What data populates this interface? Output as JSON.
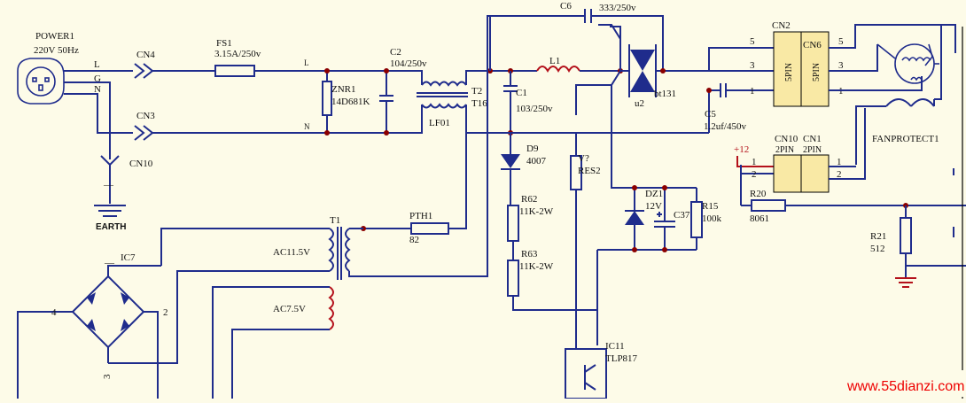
{
  "labels": {
    "power1": "POWER1",
    "power1_rating": "220V 50Hz",
    "L": "L",
    "G": "G",
    "N": "N",
    "cn4": "CN4",
    "cn3": "CN3",
    "cn10": "CN10",
    "earth_dash": "—",
    "earth": "EARTH",
    "fs1": "FS1",
    "fs1_val": "3.15A/250v",
    "line_L": "L",
    "line_N": "N",
    "c2": "C2",
    "c2_val": "104/250v",
    "znr1": "ZNR1",
    "znr1_val": "14D681K",
    "t2": "T2",
    "t2_val": "T16",
    "lf01": "LF01",
    "c6": "C6",
    "c6_val": "333/250v",
    "l1": "L1",
    "c1": "C1",
    "c1_val": "103/250v",
    "u2": "u2",
    "bt131": "bt131",
    "c5": "C5",
    "c5_val": "1.2uf/450v",
    "cn2": "CN2",
    "cn6": "CN6",
    "pin5_a": "5PIN",
    "pin5_b": "5PIN",
    "n5a": "5",
    "n3a": "3",
    "n1a": "1",
    "n5b": "5",
    "n3b": "3",
    "n1b": "1",
    "d9": "D9",
    "d9_val": "4007",
    "v": "V?",
    "res2": "RES2",
    "r62": "R62",
    "r62_val": "11K-2W",
    "r63": "R63",
    "r63_val": "11K-2W",
    "dz1": "DZ1",
    "dz1_val": "12V",
    "c37": "C37",
    "r15": "R15",
    "r15_val": "100k",
    "plus12": "+12",
    "cn10b": "CN10",
    "cn1": "CN1",
    "pin2_a": "2PIN",
    "pin2_b": "2PIN",
    "n1c": "1",
    "n2c": "2",
    "n1d": "1",
    "n2d": "2",
    "fanprotect": "FANPROTECT1",
    "r20": "R20",
    "r20_val": "8061",
    "r21": "R21",
    "r21_val": "512",
    "pth1": "PTH1",
    "pth1_val": "82",
    "t1": "T1",
    "ac115": "AC11.5V",
    "ac75": "AC7.5V",
    "ic7": "IC7",
    "ic7_dash": "—",
    "p4": "4",
    "p2": "2",
    "p3": "3",
    "ic11": "IC11",
    "tlp817": "TLP817",
    "watermark": "www.55dianzi.com"
  }
}
